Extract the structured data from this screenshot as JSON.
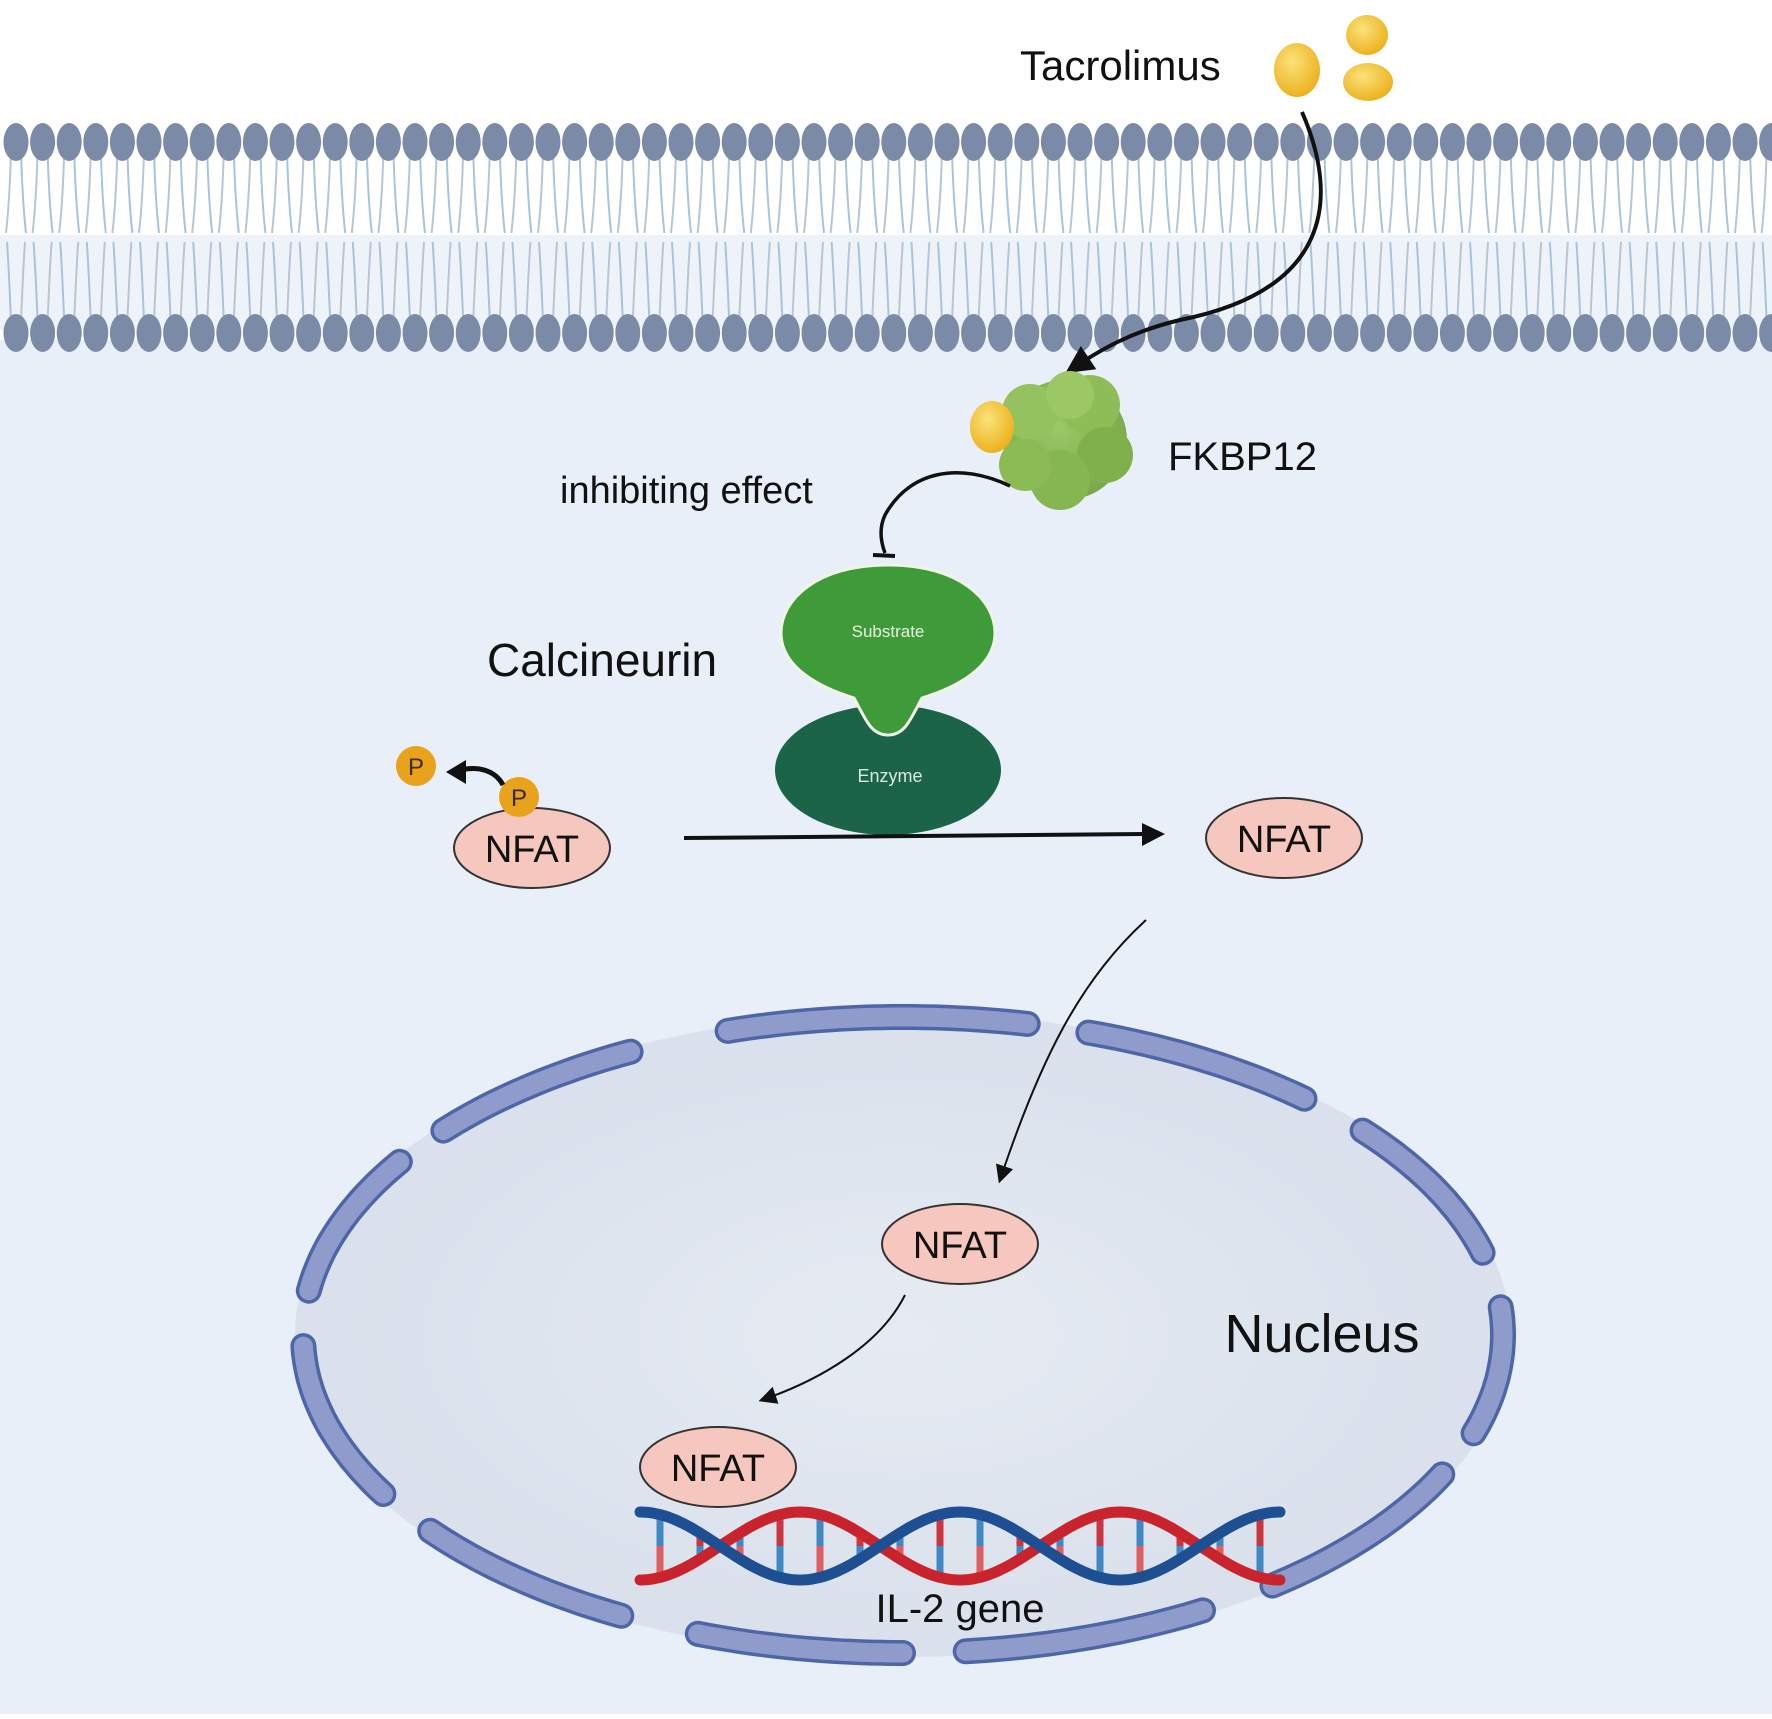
{
  "labels": {
    "drug": "Tacrolimus",
    "binding_protein": "FKBP12",
    "inhibition": "inhibiting effect",
    "calcineurin": "Calcineurin",
    "substrate": "Substrate",
    "enzyme": "Enzyme",
    "nfat": "NFAT",
    "phosphate": "P",
    "nucleus": "Nucleus",
    "gene": "IL-2 gene"
  },
  "colors": {
    "cytoplasm": "#e9eff8",
    "membrane_head": "#7b8aa6",
    "membrane_tail": "#a9c4d8",
    "drug": "#f2c230",
    "fkbp12": "#8cba55",
    "substrate": "#3f9a3a",
    "enzyme": "#1c6448",
    "nfat_fill": "#f5c7be",
    "phosphate": "#e8a21b",
    "nucleus_fill": "#dfe5ef",
    "envelope_fill": "#8f9bcb",
    "envelope_stroke": "#4d66a8",
    "dna_blue": "#1f4f93",
    "dna_red": "#c9242e"
  }
}
